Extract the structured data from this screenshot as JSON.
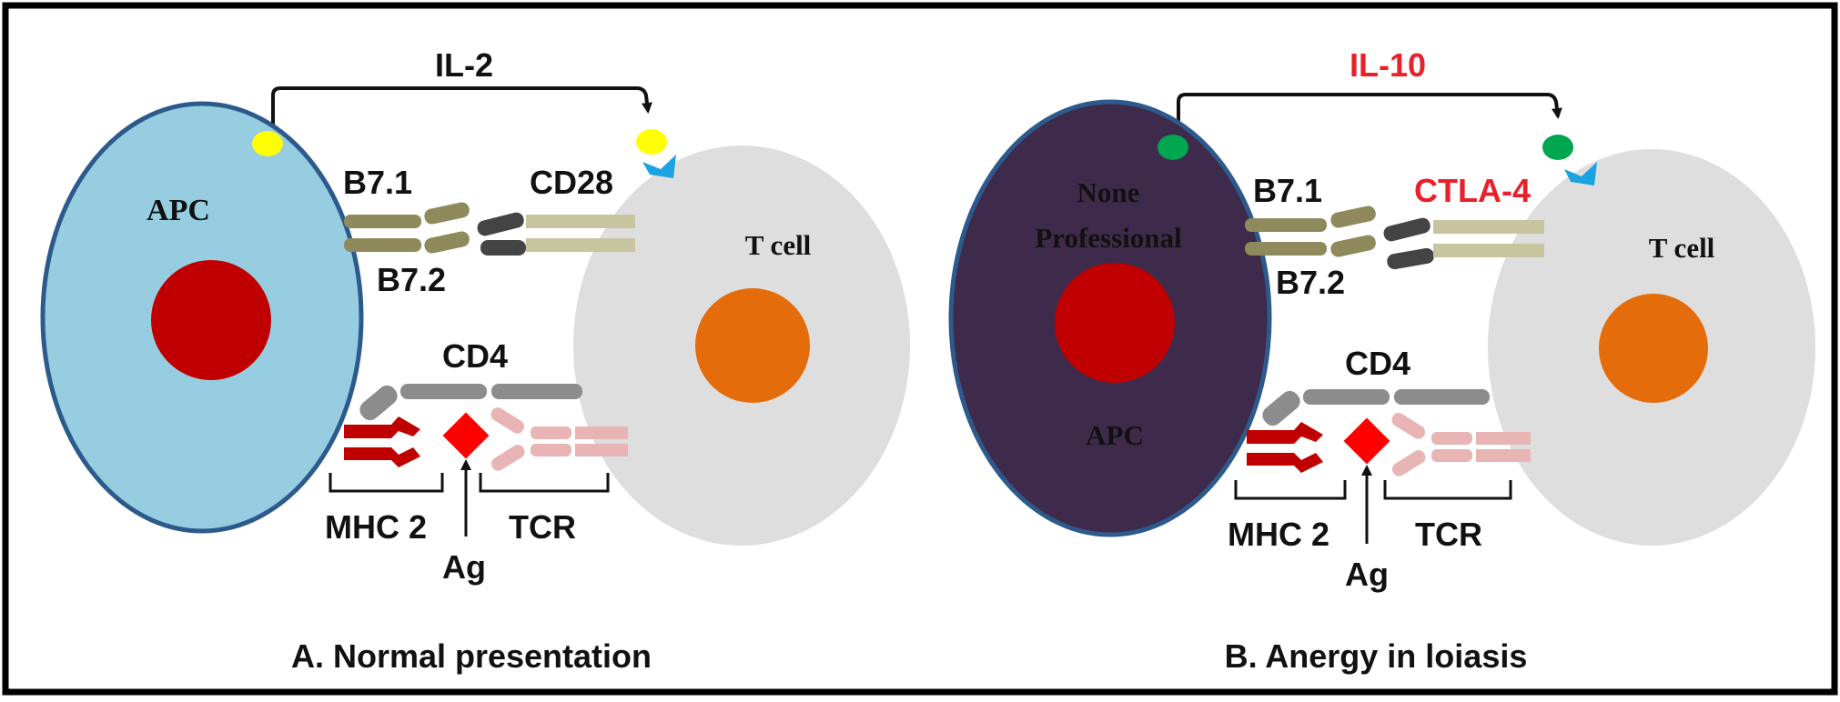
{
  "colors": {
    "border": "#000000",
    "apc_normal": "#96cde0",
    "apc_none_professional": "#3e2a4a",
    "apc_outline": "#2d5a8c",
    "nucleus_apc": "#c00000",
    "t_cell": "#dedede",
    "nucleus_t": "#e46c0a",
    "il2_dot": "#ffff00",
    "il10_dot": "#00a650",
    "receptor_blue": "#1aa3e0",
    "b7_olive": "#8e8a5c",
    "cd28_tan": "#c9c4a0",
    "dark_link": "#444444",
    "cd4_gray": "#8c8c8c",
    "mhc_red": "#c00000",
    "antigen_red": "#ff0000",
    "tcr_pink": "#e8b4b4",
    "highlight_red": "#e8202a"
  },
  "panel_a": {
    "cytokine": "IL-2",
    "apc_label": "APC",
    "t_cell_label": "T cell",
    "b71_label": "B7.1",
    "b72_label": "B7.2",
    "costim_label": "CD28",
    "cd4_label": "CD4",
    "mhc_label": "MHC 2",
    "ag_label": "Ag",
    "tcr_label": "TCR",
    "caption": "A. Normal presentation"
  },
  "panel_b": {
    "cytokine": "IL-10",
    "apc_label_line1": "None",
    "apc_label_line2": "Professional",
    "apc_label_line3": "APC",
    "t_cell_label": "T cell",
    "b71_label": "B7.1",
    "b72_label": "B7.2",
    "costim_label": "CTLA-4",
    "cd4_label": "CD4",
    "mhc_label": "MHC 2",
    "ag_label": "Ag",
    "tcr_label": "TCR",
    "caption": "B. Anergy in loiasis"
  }
}
